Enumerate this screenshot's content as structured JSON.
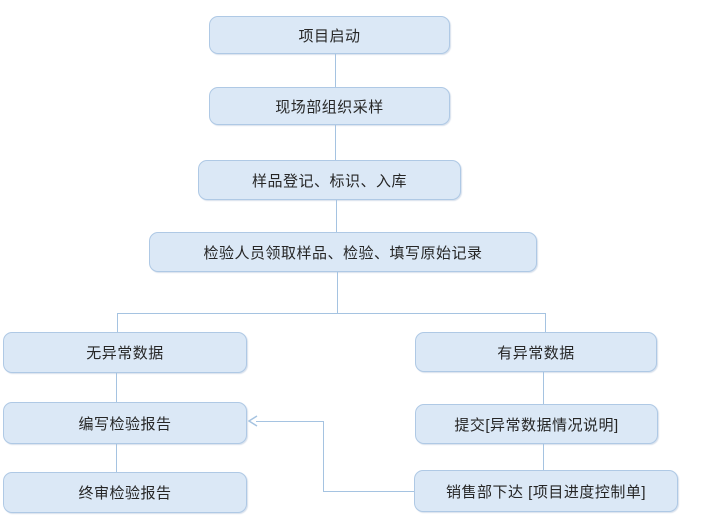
{
  "diagram": {
    "type": "flowchart",
    "background": "#ffffff",
    "colors": {
      "node_fill": "#dbe8f6",
      "node_border": "#afc9e5",
      "connector": "#a5c3e1",
      "text": "#262626"
    },
    "nodes": [
      {
        "id": "project-start",
        "label": "项目启动"
      },
      {
        "id": "site-sampling",
        "label": "现场部组织采样"
      },
      {
        "id": "sample-register",
        "label": "样品登记、标识、入库"
      },
      {
        "id": "inspection-record",
        "label": "检验人员领取样品、检验、填写原始记录"
      },
      {
        "id": "no-abnormal-data",
        "label": "无异常数据"
      },
      {
        "id": "abnormal-data",
        "label": "有异常数据"
      },
      {
        "id": "write-report",
        "label": "编写检验报告"
      },
      {
        "id": "submit-explanation",
        "label": "提交[异常数据情况说明]"
      },
      {
        "id": "final-review",
        "label": "终审检验报告"
      },
      {
        "id": "sales-control-sheet",
        "label": "销售部下达 [项目进度控制单]"
      }
    ],
    "edges": [
      {
        "from": "project-start",
        "to": "site-sampling",
        "arrow": false
      },
      {
        "from": "site-sampling",
        "to": "sample-register",
        "arrow": false
      },
      {
        "from": "sample-register",
        "to": "inspection-record",
        "arrow": false
      },
      {
        "from": "inspection-record",
        "to": "no-abnormal-data",
        "arrow": false
      },
      {
        "from": "inspection-record",
        "to": "abnormal-data",
        "arrow": false
      },
      {
        "from": "no-abnormal-data",
        "to": "write-report",
        "arrow": false
      },
      {
        "from": "write-report",
        "to": "final-review",
        "arrow": false
      },
      {
        "from": "abnormal-data",
        "to": "submit-explanation",
        "arrow": false
      },
      {
        "from": "submit-explanation",
        "to": "sales-control-sheet",
        "arrow": false
      },
      {
        "from": "sales-control-sheet",
        "to": "write-report",
        "arrow": true
      }
    ]
  }
}
